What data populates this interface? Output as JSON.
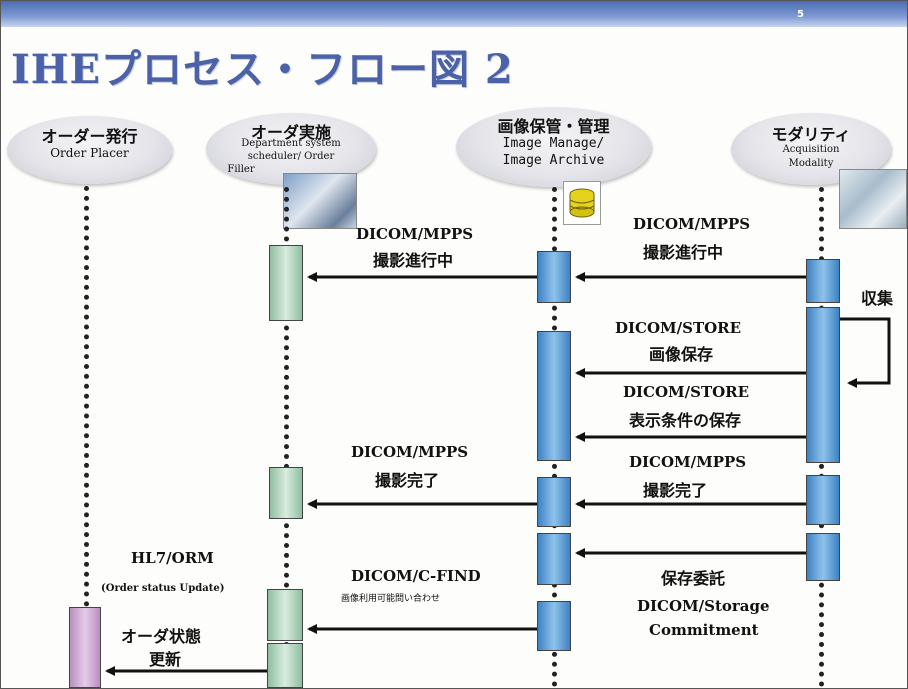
{
  "page_number": "5",
  "title": "IHEプロセス・フロー図 2",
  "actors": {
    "order_placer": {
      "jp": "オーダー発行",
      "en": "Order Placer"
    },
    "order_filler": {
      "jp": "オーダ実施",
      "en_line1": "Department system",
      "en_line2": "scheduler/ Order",
      "en_line3": "Filler"
    },
    "image_archive": {
      "jp": "画像保管・管理",
      "en_line1": "Image Manage/",
      "en_line2": "Image Archive"
    },
    "modality": {
      "jp": "モダリティ",
      "en_line1": "Acquisition",
      "en_line2": "Modality"
    }
  },
  "messages": {
    "mpps_in_progress_fwd": {
      "en": "DICOM/MPPS",
      "jp": "撮影進行中"
    },
    "mpps_in_progress": {
      "en": "DICOM/MPPS",
      "jp": "撮影進行中"
    },
    "acquire": {
      "jp": "収集"
    },
    "store_image": {
      "en": "DICOM/STORE",
      "jp": "画像保存"
    },
    "store_presentation": {
      "en": "DICOM/STORE",
      "jp": "表示条件の保存"
    },
    "mpps_complete_fwd": {
      "en": "DICOM/MPPS",
      "jp": "撮影完了"
    },
    "mpps_complete": {
      "en": "DICOM/MPPS",
      "jp": "撮影完了"
    },
    "storage_commit": {
      "jp": "保存委託",
      "en_line1": "DICOM/Storage",
      "en_line2": "Commitment"
    },
    "hl7_orm": {
      "en": "HL7/ORM",
      "en_sub": "(Order status Update)",
      "jp_line1": "オーダ状態",
      "jp_line2": "更新"
    },
    "c_find": {
      "en": "DICOM/C-FIND",
      "jp": "画像利用可能問い合わせ"
    }
  },
  "colors": {
    "title": "#4b62a8",
    "banner": "#4a6db3",
    "activation_green": "#a9cdb5",
    "activation_blue": "#5b9bd5",
    "activation_purple": "#cfa8d4",
    "arrow": "#111111"
  }
}
